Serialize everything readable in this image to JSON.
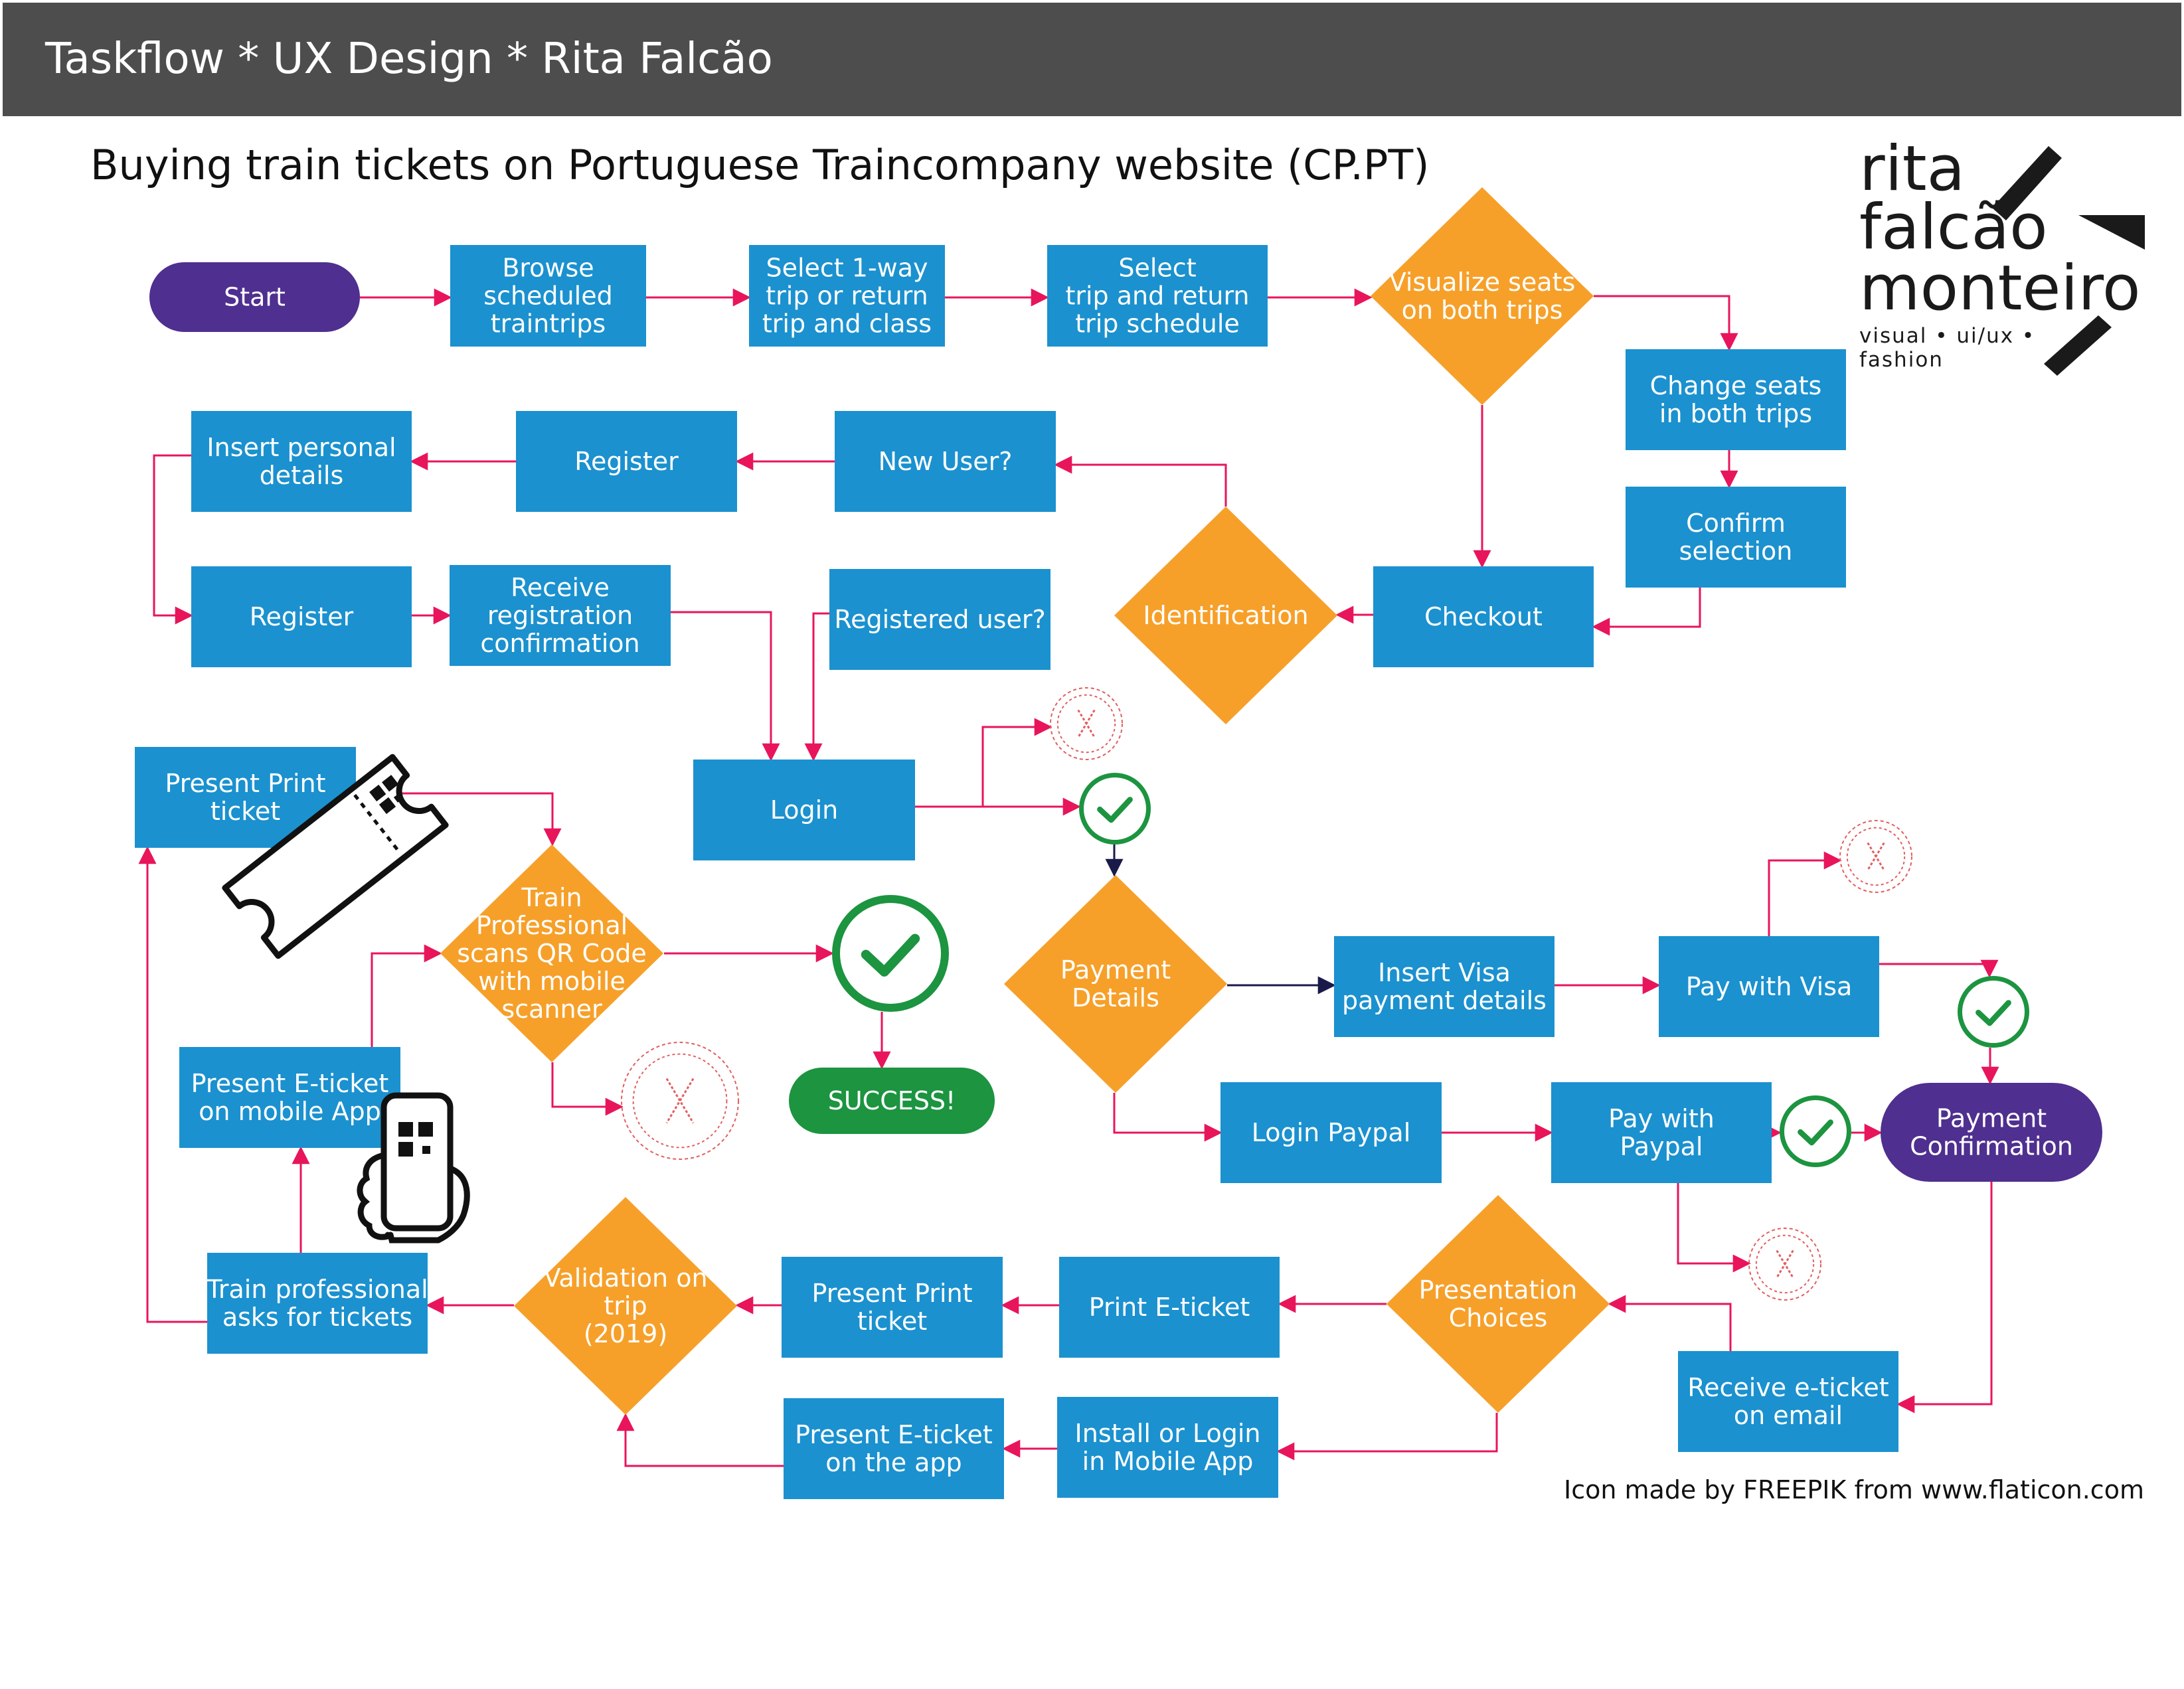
{
  "header": {
    "title": "Taskflow * UX Design * Rita Falcão"
  },
  "subtitle": "Buying train tickets on Portuguese Traincompany website (CP.PT)",
  "logo": {
    "line1": "rita",
    "line2": "falcão",
    "line3": "monteiro",
    "line4": "visual • ui/ux •",
    "line5": "fashion"
  },
  "credit": "Icon made by FREEPIK from www.flaticon.com",
  "colors": {
    "process": "#1b91cf",
    "decision": "#f6a02a",
    "terminal_purple": "#4f2f8f",
    "terminal_green": "#1c9440",
    "arrow": "#e8155b",
    "success_icon": "#1c9440",
    "fail_icon": "#e25f5f"
  },
  "nodes": [
    {
      "id": "start",
      "shape": "terminal",
      "color": "purple",
      "label": "Start"
    },
    {
      "id": "browse",
      "shape": "process",
      "label": "Browse\nscheduled\ntraintrips"
    },
    {
      "id": "select-1way",
      "shape": "process",
      "label": "Select 1-way\ntrip or return\ntrip and class"
    },
    {
      "id": "select-schedule",
      "shape": "process",
      "label": "Select\ntrip and return\ntrip schedule"
    },
    {
      "id": "visualize-seats",
      "shape": "decision",
      "label": "Visualize seats\non both trips"
    },
    {
      "id": "change-seats",
      "shape": "process",
      "label": "Change seats\nin both trips"
    },
    {
      "id": "confirm-selection",
      "shape": "process",
      "label": "Confirm\nselection"
    },
    {
      "id": "checkout",
      "shape": "process",
      "label": "Checkout"
    },
    {
      "id": "identification",
      "shape": "decision",
      "label": "Identification"
    },
    {
      "id": "new-user",
      "shape": "process",
      "label": "New User?"
    },
    {
      "id": "register-1",
      "shape": "process",
      "label": "Register"
    },
    {
      "id": "insert-personal",
      "shape": "process",
      "label": "Insert personal\ndetails"
    },
    {
      "id": "register-2",
      "shape": "process",
      "label": "Register"
    },
    {
      "id": "receive-registration",
      "shape": "process",
      "label": "Receive\nregistration\nconfirmation"
    },
    {
      "id": "registered-user",
      "shape": "process",
      "label": "Registered user?"
    },
    {
      "id": "login",
      "shape": "process",
      "label": "Login"
    },
    {
      "id": "payment-details",
      "shape": "decision",
      "label": "Payment\nDetails"
    },
    {
      "id": "insert-visa",
      "shape": "process",
      "label": "Insert Visa\npayment details"
    },
    {
      "id": "pay-visa",
      "shape": "process",
      "label": "Pay with Visa"
    },
    {
      "id": "login-paypal",
      "shape": "process",
      "label": "Login Paypal"
    },
    {
      "id": "pay-paypal",
      "shape": "process",
      "label": "Pay with\nPaypal"
    },
    {
      "id": "payment-confirmation",
      "shape": "terminal",
      "color": "purple",
      "label": "Payment\nConfirmation"
    },
    {
      "id": "receive-eticket",
      "shape": "process",
      "label": "Receive e-ticket\non email"
    },
    {
      "id": "presentation-choices",
      "shape": "decision",
      "label": "Presentation\nChoices"
    },
    {
      "id": "print-eticket",
      "shape": "process",
      "label": "Print E-ticket"
    },
    {
      "id": "present-print-1",
      "shape": "process",
      "label": "Present Print\nticket"
    },
    {
      "id": "install-app",
      "shape": "process",
      "label": "Install or Login\nin Mobile App"
    },
    {
      "id": "present-eticket-app",
      "shape": "process",
      "label": "Present E-ticket\non the app"
    },
    {
      "id": "validation",
      "shape": "decision",
      "label": "Validation on\ntrip\n(2019)"
    },
    {
      "id": "train-asks",
      "shape": "process",
      "label": "Train professional\nasks for tickets"
    },
    {
      "id": "present-eticket-mobile",
      "shape": "process",
      "label": "Present E-ticket\non mobile App"
    },
    {
      "id": "present-print-2",
      "shape": "process",
      "label": "Present Print\nticket"
    },
    {
      "id": "train-scans",
      "shape": "decision",
      "label": "Train\nProfessional\nscans QR Code\nwith mobile\nscanner"
    },
    {
      "id": "success",
      "shape": "terminal",
      "color": "green",
      "label": "SUCCESS!"
    }
  ],
  "edges": [
    [
      "start",
      "browse"
    ],
    [
      "browse",
      "select-1way"
    ],
    [
      "select-1way",
      "select-schedule"
    ],
    [
      "select-schedule",
      "visualize-seats"
    ],
    [
      "visualize-seats",
      "change-seats"
    ],
    [
      "change-seats",
      "confirm-selection"
    ],
    [
      "confirm-selection",
      "checkout"
    ],
    [
      "visualize-seats",
      "checkout"
    ],
    [
      "checkout",
      "identification"
    ],
    [
      "identification",
      "new-user"
    ],
    [
      "identification",
      "registered-user"
    ],
    [
      "new-user",
      "register-1"
    ],
    [
      "register-1",
      "insert-personal"
    ],
    [
      "insert-personal",
      "register-2"
    ],
    [
      "register-2",
      "receive-registration"
    ],
    [
      "receive-registration",
      "login"
    ],
    [
      "registered-user",
      "login"
    ],
    [
      "login",
      "login-fail"
    ],
    [
      "login",
      "login-ok"
    ],
    [
      "login-ok",
      "payment-details"
    ],
    [
      "payment-details",
      "insert-visa"
    ],
    [
      "insert-visa",
      "pay-visa"
    ],
    [
      "pay-visa",
      "visa-fail"
    ],
    [
      "pay-visa",
      "visa-ok"
    ],
    [
      "visa-ok",
      "payment-confirmation"
    ],
    [
      "payment-details",
      "login-paypal"
    ],
    [
      "login-paypal",
      "pay-paypal"
    ],
    [
      "pay-paypal",
      "paypal-ok"
    ],
    [
      "paypal-ok",
      "payment-confirmation"
    ],
    [
      "pay-paypal",
      "paypal-fail"
    ],
    [
      "payment-confirmation",
      "receive-eticket"
    ],
    [
      "receive-eticket",
      "presentation-choices"
    ],
    [
      "presentation-choices",
      "print-eticket"
    ],
    [
      "print-eticket",
      "present-print-1"
    ],
    [
      "present-print-1",
      "validation"
    ],
    [
      "presentation-choices",
      "install-app"
    ],
    [
      "install-app",
      "present-eticket-app"
    ],
    [
      "present-eticket-app",
      "validation"
    ],
    [
      "validation",
      "train-asks"
    ],
    [
      "train-asks",
      "present-eticket-mobile"
    ],
    [
      "train-asks",
      "present-print-2"
    ],
    [
      "present-eticket-mobile",
      "train-scans"
    ],
    [
      "present-print-2",
      "train-scans"
    ],
    [
      "train-scans",
      "big-ok"
    ],
    [
      "big-ok",
      "success"
    ],
    [
      "train-scans",
      "scan-fail"
    ]
  ],
  "status_icons": [
    {
      "id": "login-fail",
      "kind": "fail"
    },
    {
      "id": "login-ok",
      "kind": "success"
    },
    {
      "id": "visa-fail",
      "kind": "fail"
    },
    {
      "id": "visa-ok",
      "kind": "success"
    },
    {
      "id": "paypal-ok",
      "kind": "success"
    },
    {
      "id": "paypal-fail",
      "kind": "fail"
    },
    {
      "id": "big-ok",
      "kind": "success"
    },
    {
      "id": "scan-fail",
      "kind": "fail"
    }
  ],
  "illustrations": [
    {
      "id": "ticket",
      "icon": "ticket-icon"
    },
    {
      "id": "phone",
      "icon": "phone-hand-qr-icon"
    }
  ]
}
